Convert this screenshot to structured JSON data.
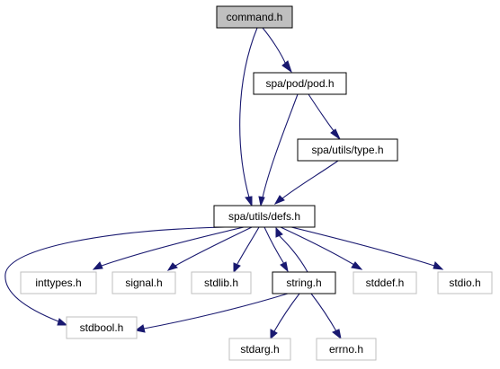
{
  "colors": {
    "edge": "#191970",
    "highlight_fill": "#bfbfbf",
    "defined_border": "#000000",
    "missing_border": "#bfbfbf",
    "node_fill": "#ffffff"
  },
  "nodes": [
    {
      "id": "command_h",
      "label": "command.h",
      "style": "highlight"
    },
    {
      "id": "spa_pod_pod_h",
      "label": "spa/pod/pod.h",
      "style": "defined"
    },
    {
      "id": "spa_utils_type_h",
      "label": "spa/utils/type.h",
      "style": "defined"
    },
    {
      "id": "spa_utils_defs_h",
      "label": "spa/utils/defs.h",
      "style": "defined"
    },
    {
      "id": "inttypes_h",
      "label": "inttypes.h",
      "style": "missing"
    },
    {
      "id": "signal_h",
      "label": "signal.h",
      "style": "missing"
    },
    {
      "id": "stdlib_h",
      "label": "stdlib.h",
      "style": "missing"
    },
    {
      "id": "string_h",
      "label": "string.h",
      "style": "defined"
    },
    {
      "id": "stddef_h",
      "label": "stddef.h",
      "style": "missing"
    },
    {
      "id": "stdio_h",
      "label": "stdio.h",
      "style": "missing"
    },
    {
      "id": "stdbool_h",
      "label": "stdbool.h",
      "style": "missing"
    },
    {
      "id": "stdarg_h",
      "label": "stdarg.h",
      "style": "missing"
    },
    {
      "id": "errno_h",
      "label": "errno.h",
      "style": "missing"
    }
  ],
  "edges": [
    {
      "from": "command_h",
      "to": "spa_pod_pod_h"
    },
    {
      "from": "command_h",
      "to": "spa_utils_defs_h"
    },
    {
      "from": "spa_pod_pod_h",
      "to": "spa_utils_type_h"
    },
    {
      "from": "spa_pod_pod_h",
      "to": "spa_utils_defs_h"
    },
    {
      "from": "spa_utils_type_h",
      "to": "spa_utils_defs_h"
    },
    {
      "from": "spa_utils_defs_h",
      "to": "inttypes_h"
    },
    {
      "from": "spa_utils_defs_h",
      "to": "signal_h"
    },
    {
      "from": "spa_utils_defs_h",
      "to": "stdlib_h"
    },
    {
      "from": "spa_utils_defs_h",
      "to": "string_h"
    },
    {
      "from": "spa_utils_defs_h",
      "to": "stddef_h"
    },
    {
      "from": "spa_utils_defs_h",
      "to": "stdio_h"
    },
    {
      "from": "spa_utils_defs_h",
      "to": "stdbool_h"
    },
    {
      "from": "string_h",
      "to": "spa_utils_defs_h"
    },
    {
      "from": "string_h",
      "to": "stdbool_h"
    },
    {
      "from": "string_h",
      "to": "stdarg_h"
    },
    {
      "from": "string_h",
      "to": "errno_h"
    }
  ]
}
